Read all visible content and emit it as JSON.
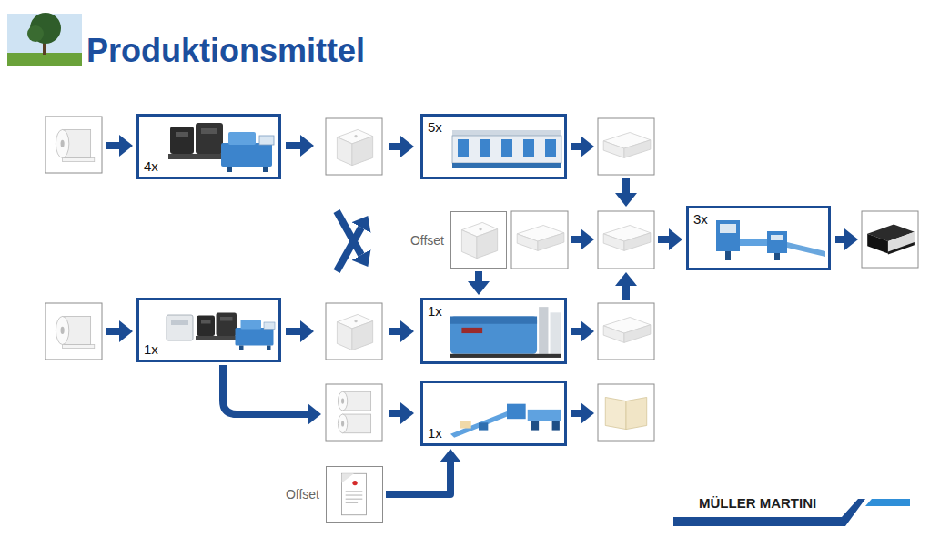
{
  "diagram": {
    "title": "Produktionsmittel",
    "nodes": [
      {
        "text": [
          "4x"
        ]
      },
      {
        "text": [
          "5x"
        ]
      },
      {
        "text": [
          "Offset"
        ]
      },
      {
        "text": [
          "3x"
        ]
      },
      {
        "text": [
          "1x"
        ]
      },
      {
        "text": [
          "1x"
        ]
      },
      {
        "text": [
          "1x"
        ]
      },
      {
        "text": [
          "Offset"
        ]
      }
    ],
    "edges": [
      {
        "from": 2,
        "to": 5,
        "arrow": "to"
      },
      {
        "from": 7,
        "to": 6,
        "arrow": "to"
      }
    ],
    "labels": [
      "MÜLLER MARTINI"
    ]
  }
}
